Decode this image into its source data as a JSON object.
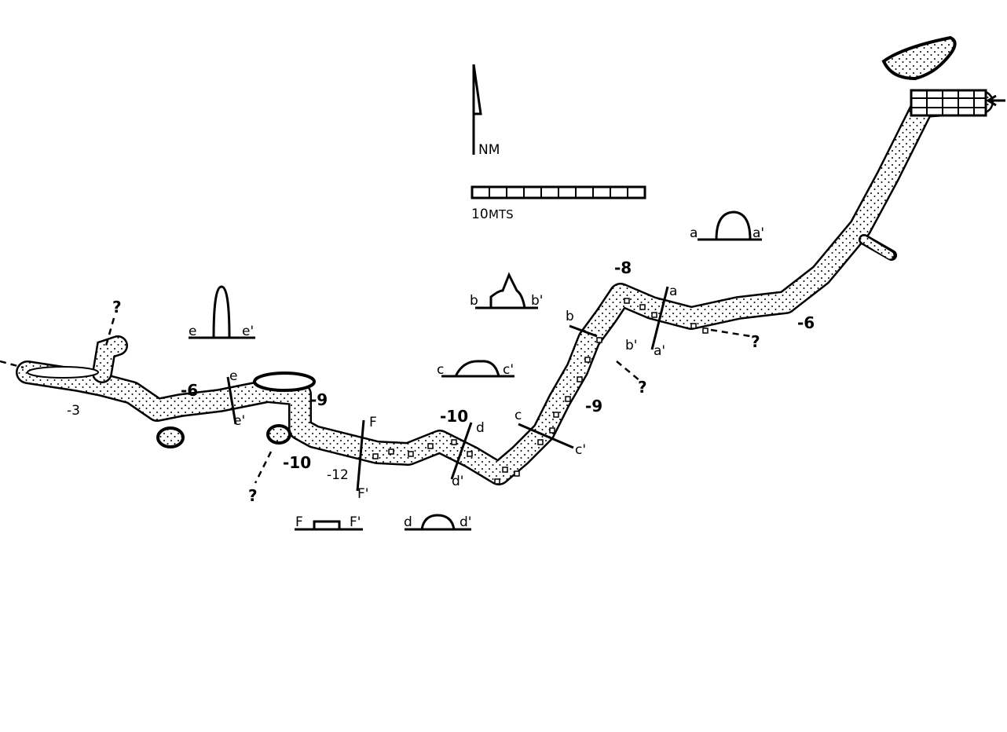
{
  "north": {
    "label": "NM"
  },
  "scale": {
    "label": "10",
    "unit": "MTS",
    "segments": 10
  },
  "depths": {
    "d_minus8": "-8",
    "d_minus6_east": "-6",
    "d_minus9_east": "-9",
    "d_minus10_mid": "-10",
    "d_minus12": "-12",
    "d_minus10_west": "-10",
    "d_minus9_west": "-9",
    "d_minus6_west": "-6",
    "d_minus3": "-3"
  },
  "sections": {
    "a": "a",
    "a_prime": "a'",
    "b": "b",
    "b_prime": "b'",
    "c": "c",
    "c_prime": "c'",
    "d": "d",
    "d_prime": "d'",
    "f": "F",
    "f_prime": "F'",
    "e": "e",
    "e_prime": "e'"
  },
  "unknown_mark": "?",
  "colors": {
    "ink": "#000000",
    "paper": "#ffffff"
  }
}
